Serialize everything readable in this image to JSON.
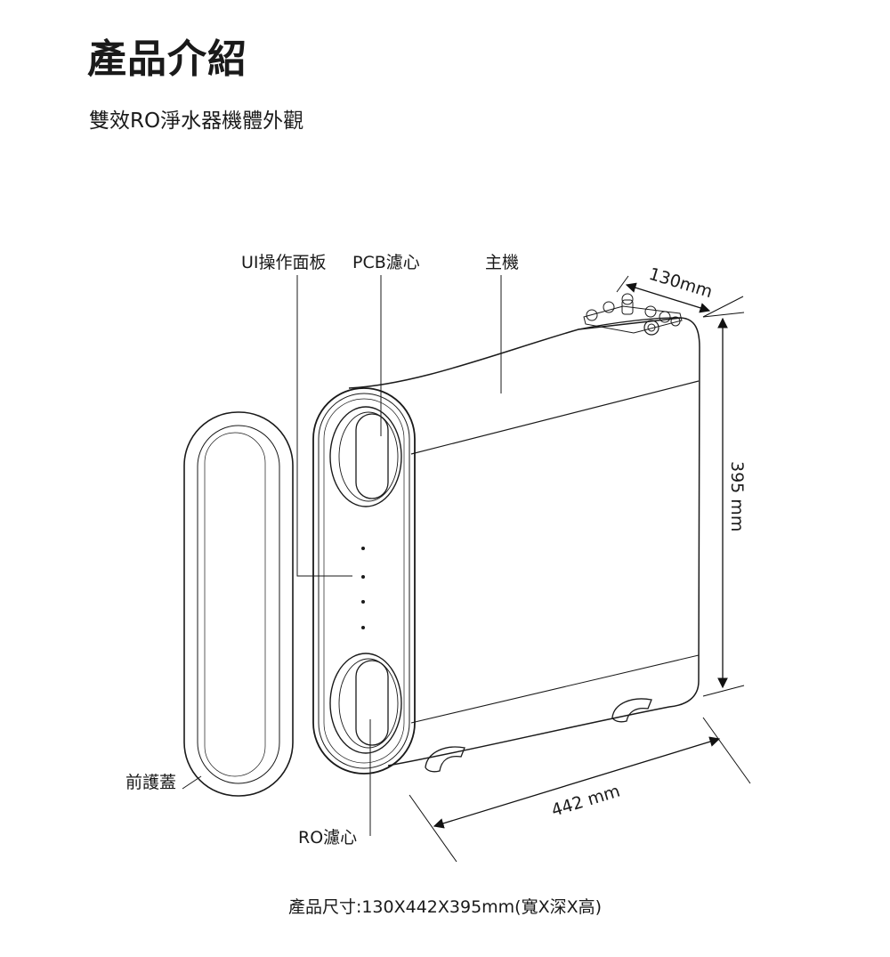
{
  "header": {
    "title": "產品介紹",
    "subtitle": "雙效RO淨水器機體外觀"
  },
  "labels": {
    "ui_panel": "UI操作面板",
    "pcb_filter": "PCB濾心",
    "main_unit": "主機",
    "front_cover": "前護蓋",
    "ro_filter": "RO濾心"
  },
  "dimensions": {
    "width": "130mm",
    "height": "395 mm",
    "depth": "442 mm"
  },
  "footer": {
    "spec": "產品尺寸:130X442X395mm(寬X深X高)"
  }
}
